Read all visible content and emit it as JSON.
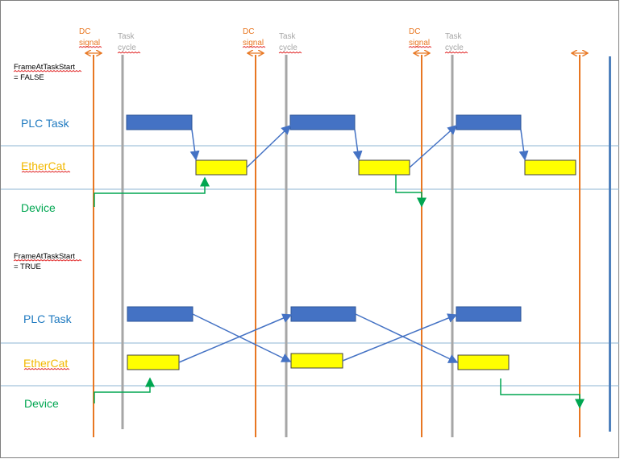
{
  "colors": {
    "orange": "#E87722",
    "gray": "#A6A6A6",
    "blue_box": "#4472C4",
    "blue_edge": "#2E5597",
    "yellow_box": "#FFFF00",
    "green": "#00A651",
    "hline": "#8DB4D3",
    "plc_label": "#1F7AC0",
    "ethercat_label": "#F2B800",
    "device_label": "#00A651",
    "bar": "#4F81BD"
  },
  "signals": {
    "dc_signal_1": "DC",
    "dc_signal_2": "signal",
    "task_cycle_1": "Task",
    "task_cycle_2": "cycle"
  },
  "section_false": {
    "title_1": "FrameAtTaskStart",
    "title_2": "= FALSE",
    "plc_label": "PLC Task",
    "ethercat_label": "EtherCat",
    "device_label": "Device"
  },
  "section_true": {
    "title_1": "FrameAtTaskStart",
    "title_2": "= TRUE",
    "plc_label": "PLC Task",
    "ethercat_label": "EtherCat",
    "device_label": "Device"
  }
}
